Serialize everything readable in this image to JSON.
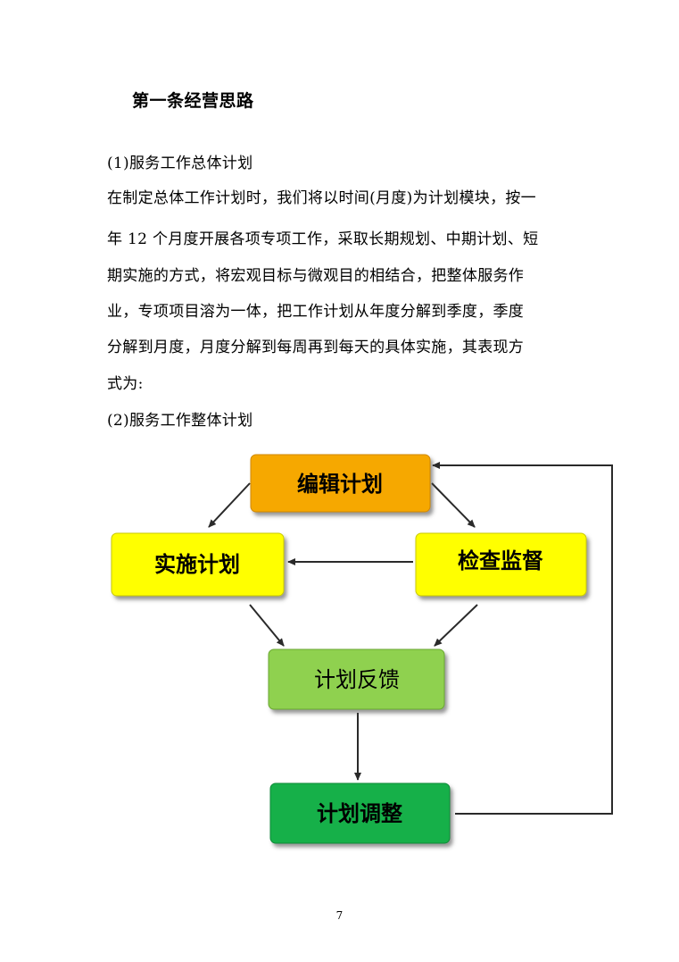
{
  "heading": "第一条经营思路",
  "section1_title": "(1)服务工作总体计划",
  "paragraph_lines": [
    "在制定总体工作计划时，我们将以时间(月度)为计划模块，按一",
    "年 12 个月度开展各项专项工作，采取长期规划、中期计划、短",
    "期实施的方式，将宏观目标与微观目的相结合，把整体服务作",
    "业，专项项目溶为一体，把工作计划从年度分解到季度，季度",
    "分解到月度，月度分解到每周再到每天的具体实施，其表现方",
    "式为:"
  ],
  "section2_title": "(2)服务工作整体计划",
  "diagram": {
    "nodes": {
      "edit_plan": {
        "label": "编辑计划",
        "color": "#f6a800"
      },
      "implement_plan": {
        "label": "实施计划",
        "color": "#ffff00"
      },
      "inspect_supervise": {
        "label": "检查监督",
        "color": "#ffff00"
      },
      "plan_feedback": {
        "label": "计划反馈",
        "color": "#8fd14f"
      },
      "plan_adjust": {
        "label": "计划调整",
        "color": "#14b04a"
      }
    }
  },
  "page_number": "7"
}
